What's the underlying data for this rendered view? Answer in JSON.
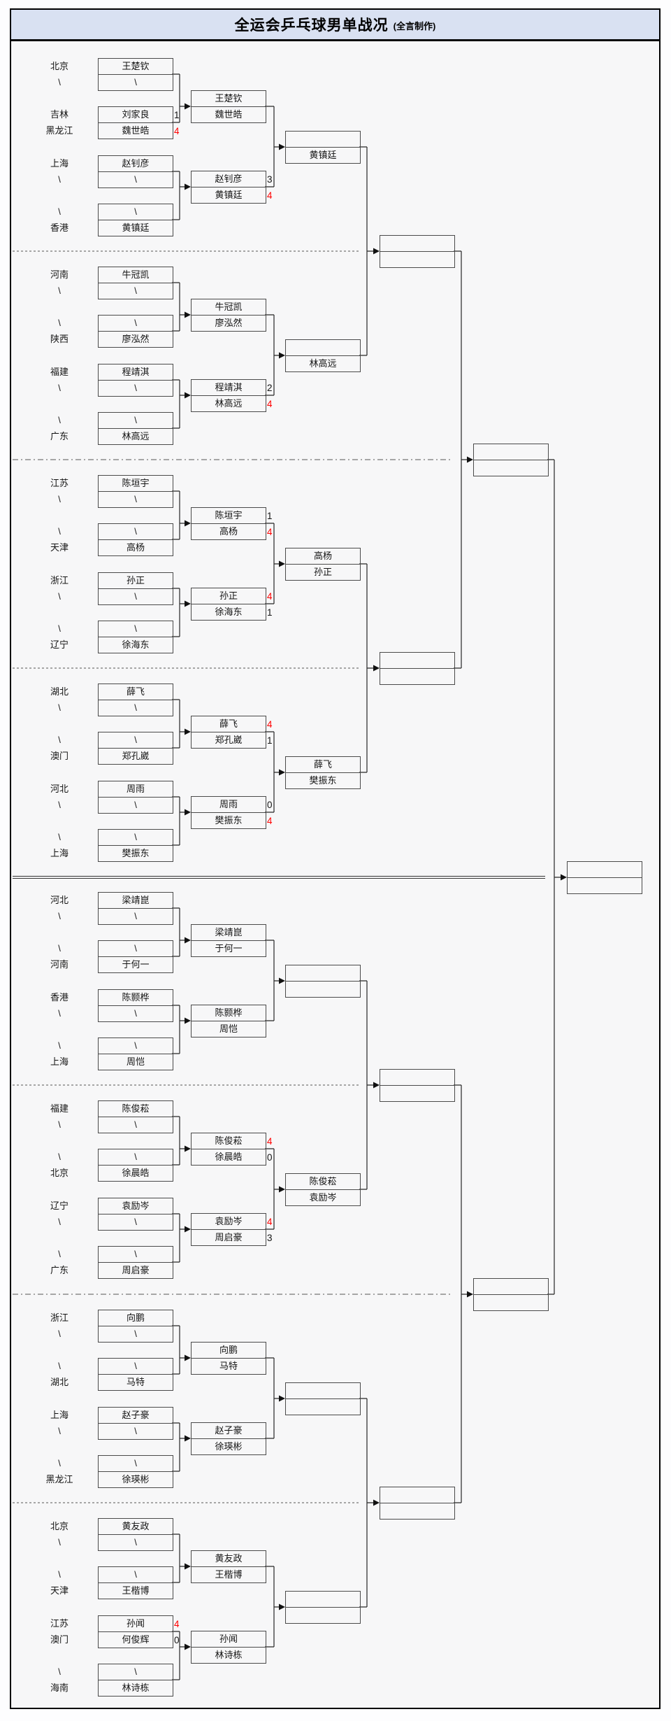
{
  "title": {
    "main": "全运会乒乓球男单战况",
    "credit": "(全言制作)"
  },
  "colors": {
    "title_bg": "#d9e1f2",
    "win_score": "#ff0000",
    "loss_score": "#141414"
  },
  "bracket": {
    "sections": [
      {
        "pairs": [
          {
            "labels": [
              "北京",
              "\\"
            ],
            "rows": [
              "王楚钦",
              "\\"
            ]
          },
          {
            "labels": [
              "吉林",
              "黑龙江"
            ],
            "rows": [
              "刘家良",
              "魏世皓"
            ],
            "scores": [
              "1",
              "4"
            ],
            "winner": 1
          },
          {
            "labels": [
              "上海",
              "\\"
            ],
            "rows": [
              "赵钊彦",
              "\\"
            ]
          },
          {
            "labels": [
              "\\",
              "香港"
            ],
            "rows": [
              "\\",
              "黄镇廷"
            ]
          }
        ],
        "round2": [
          {
            "rows": [
              "王楚钦",
              "魏世皓"
            ]
          },
          {
            "rows": [
              "赵钊彦",
              "黄镇廷"
            ],
            "scores": [
              "3",
              "4"
            ],
            "winner": 1
          }
        ],
        "round3": {
          "rows": [
            "",
            "黄镇廷"
          ]
        }
      },
      {
        "pairs": [
          {
            "labels": [
              "河南",
              "\\"
            ],
            "rows": [
              "牛冠凯",
              "\\"
            ]
          },
          {
            "labels": [
              "\\",
              "陕西"
            ],
            "rows": [
              "\\",
              "廖泓然"
            ]
          },
          {
            "labels": [
              "福建",
              "\\"
            ],
            "rows": [
              "程靖淇",
              "\\"
            ]
          },
          {
            "labels": [
              "\\",
              "广东"
            ],
            "rows": [
              "\\",
              "林高远"
            ]
          }
        ],
        "round2": [
          {
            "rows": [
              "牛冠凯",
              "廖泓然"
            ]
          },
          {
            "rows": [
              "程靖淇",
              "林高远"
            ],
            "scores": [
              "2",
              "4"
            ],
            "winner": 1
          }
        ],
        "round3": {
          "rows": [
            "",
            "林高远"
          ]
        }
      },
      {
        "pairs": [
          {
            "labels": [
              "江苏",
              "\\"
            ],
            "rows": [
              "陈垣宇",
              "\\"
            ]
          },
          {
            "labels": [
              "\\",
              "天津"
            ],
            "rows": [
              "\\",
              "高杨"
            ]
          },
          {
            "labels": [
              "浙江",
              "\\"
            ],
            "rows": [
              "孙正",
              "\\"
            ]
          },
          {
            "labels": [
              "\\",
              "辽宁"
            ],
            "rows": [
              "\\",
              "徐海东"
            ]
          }
        ],
        "round2": [
          {
            "rows": [
              "陈垣宇",
              "高杨"
            ],
            "scores": [
              "1",
              "4"
            ],
            "winner": 1
          },
          {
            "rows": [
              "孙正",
              "徐海东"
            ],
            "scores": [
              "4",
              "1"
            ],
            "winner": 0
          }
        ],
        "round3": {
          "rows": [
            "高杨",
            "孙正"
          ]
        }
      },
      {
        "pairs": [
          {
            "labels": [
              "湖北",
              "\\"
            ],
            "rows": [
              "薛飞",
              "\\"
            ]
          },
          {
            "labels": [
              "\\",
              "澳门"
            ],
            "rows": [
              "\\",
              "郑孔崴"
            ]
          },
          {
            "labels": [
              "河北",
              "\\"
            ],
            "rows": [
              "周雨",
              "\\"
            ]
          },
          {
            "labels": [
              "\\",
              "上海"
            ],
            "rows": [
              "\\",
              "樊振东"
            ]
          }
        ],
        "round2": [
          {
            "rows": [
              "薛飞",
              "郑孔崴"
            ],
            "scores": [
              "4",
              "1"
            ],
            "winner": 0
          },
          {
            "rows": [
              "周雨",
              "樊振东"
            ],
            "scores": [
              "0",
              "4"
            ],
            "winner": 1
          }
        ],
        "round3": {
          "rows": [
            "薛飞",
            "樊振东"
          ]
        }
      },
      {
        "pairs": [
          {
            "labels": [
              "河北",
              "\\"
            ],
            "rows": [
              "梁靖崑",
              "\\"
            ]
          },
          {
            "labels": [
              "\\",
              "河南"
            ],
            "rows": [
              "\\",
              "于何一"
            ]
          },
          {
            "labels": [
              "香港",
              "\\"
            ],
            "rows": [
              "陈颢桦",
              "\\"
            ]
          },
          {
            "labels": [
              "\\",
              "上海"
            ],
            "rows": [
              "\\",
              "周恺"
            ]
          }
        ],
        "round2": [
          {
            "rows": [
              "梁靖崑",
              "于何一"
            ]
          },
          {
            "rows": [
              "陈颢桦",
              "周恺"
            ]
          }
        ],
        "round3": {
          "rows": [
            "",
            ""
          ]
        }
      },
      {
        "pairs": [
          {
            "labels": [
              "福建",
              "\\"
            ],
            "rows": [
              "陈俊菘",
              "\\"
            ]
          },
          {
            "labels": [
              "\\",
              "北京"
            ],
            "rows": [
              "\\",
              "徐晨皓"
            ]
          },
          {
            "labels": [
              "辽宁",
              "\\"
            ],
            "rows": [
              "袁励岑",
              "\\"
            ]
          },
          {
            "labels": [
              "\\",
              "广东"
            ],
            "rows": [
              "\\",
              "周启豪"
            ]
          }
        ],
        "round2": [
          {
            "rows": [
              "陈俊菘",
              "徐晨皓"
            ],
            "scores": [
              "4",
              "0"
            ],
            "winner": 0
          },
          {
            "rows": [
              "袁励岑",
              "周启豪"
            ],
            "scores": [
              "4",
              "3"
            ],
            "winner": 0
          }
        ],
        "round3": {
          "rows": [
            "陈俊菘",
            "袁励岑"
          ]
        }
      },
      {
        "pairs": [
          {
            "labels": [
              "浙江",
              "\\"
            ],
            "rows": [
              "向鹏",
              "\\"
            ]
          },
          {
            "labels": [
              "\\",
              "湖北"
            ],
            "rows": [
              "\\",
              "马特"
            ]
          },
          {
            "labels": [
              "上海",
              "\\"
            ],
            "rows": [
              "赵子豪",
              "\\"
            ]
          },
          {
            "labels": [
              "\\",
              "黑龙江"
            ],
            "rows": [
              "\\",
              "徐瑛彬"
            ]
          }
        ],
        "round2": [
          {
            "rows": [
              "向鹏",
              "马特"
            ]
          },
          {
            "rows": [
              "赵子豪",
              "徐瑛彬"
            ]
          }
        ],
        "round3": {
          "rows": [
            "",
            ""
          ]
        }
      },
      {
        "pairs": [
          {
            "labels": [
              "北京",
              "\\"
            ],
            "rows": [
              "黄友政",
              "\\"
            ]
          },
          {
            "labels": [
              "\\",
              "天津"
            ],
            "rows": [
              "\\",
              "王楷博"
            ]
          },
          {
            "labels": [
              "江苏",
              "澳门"
            ],
            "rows": [
              "孙闻",
              "何俊辉"
            ],
            "scores": [
              "4",
              "0"
            ],
            "winner": 0
          },
          {
            "labels": [
              "\\",
              "海南"
            ],
            "rows": [
              "\\",
              "林诗栋"
            ]
          }
        ],
        "round2": [
          {
            "rows": [
              "黄友政",
              "王楷博"
            ]
          },
          {
            "rows": [
              "孙闻",
              "林诗栋"
            ]
          }
        ],
        "round3": {
          "rows": [
            "",
            ""
          ]
        }
      }
    ],
    "quarterfinals": [
      {
        "rows": [
          "",
          ""
        ]
      },
      {
        "rows": [
          "",
          ""
        ]
      },
      {
        "rows": [
          "",
          ""
        ]
      },
      {
        "rows": [
          "",
          ""
        ]
      }
    ],
    "semifinals": [
      {
        "rows": [
          "",
          ""
        ]
      },
      {
        "rows": [
          "",
          ""
        ]
      }
    ],
    "final": {
      "rows": [
        "",
        ""
      ]
    }
  }
}
